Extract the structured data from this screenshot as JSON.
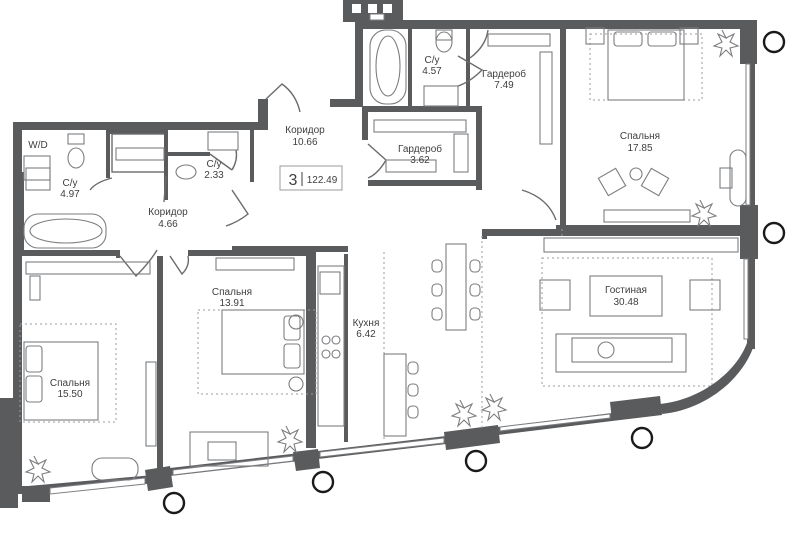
{
  "apartment": {
    "rooms_count": "3",
    "area": "122.49"
  },
  "rooms": [
    {
      "id": "wd",
      "name": "W/D",
      "area": ""
    },
    {
      "id": "bath1",
      "name": "С/у",
      "area": "4.97"
    },
    {
      "id": "bath2",
      "name": "С/у",
      "area": "2.33"
    },
    {
      "id": "bath3",
      "name": "С/у",
      "area": "4.57"
    },
    {
      "id": "corridor1",
      "name": "Коридор",
      "area": "10.66"
    },
    {
      "id": "corridor2",
      "name": "Коридор",
      "area": "4.66"
    },
    {
      "id": "wardrobe1",
      "name": "Гардероб",
      "area": "7.49"
    },
    {
      "id": "wardrobe2",
      "name": "Гардероб",
      "area": "3.62"
    },
    {
      "id": "bedroom1",
      "name": "Спальня",
      "area": "17.85"
    },
    {
      "id": "bedroom2",
      "name": "Спальня",
      "area": "13.91"
    },
    {
      "id": "bedroom3",
      "name": "Спальня",
      "area": "15.50"
    },
    {
      "id": "kitchen",
      "name": "Кухня",
      "area": "6.42"
    },
    {
      "id": "living",
      "name": "Гостиная",
      "area": "30.48"
    }
  ],
  "colors": {
    "wall": "#5a5b5d",
    "furniture": "#7c7d80",
    "column_outline": "#1a1a1a"
  }
}
